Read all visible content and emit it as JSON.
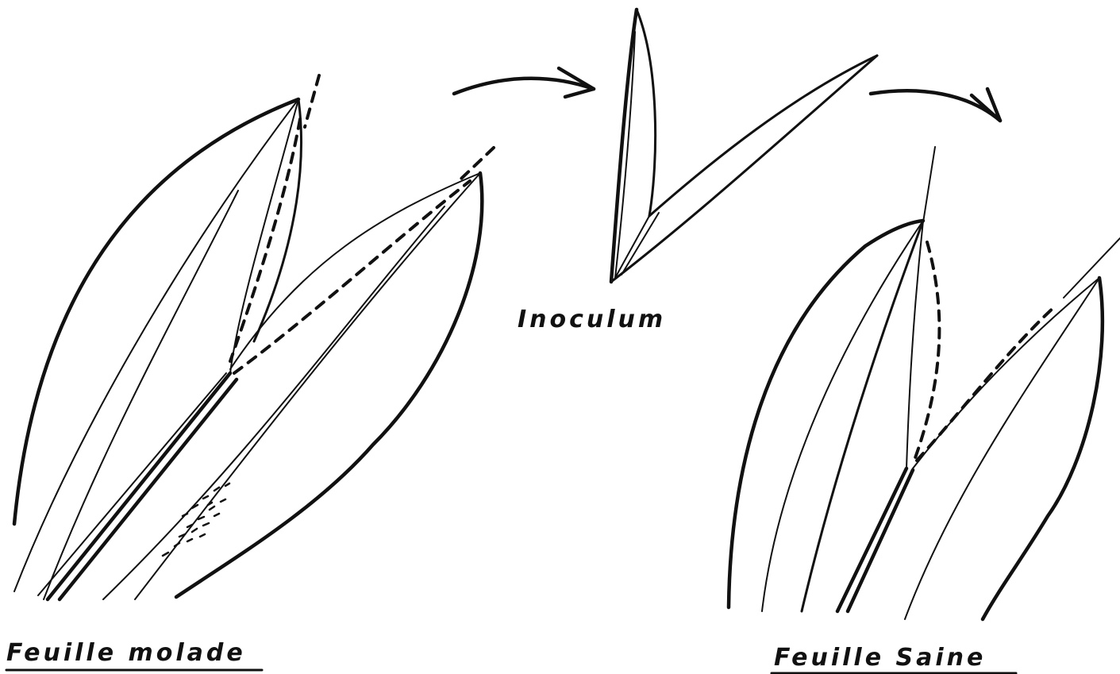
{
  "labels": {
    "diseased_leaf": "Feuille molade",
    "inoculum": "Inoculum",
    "healthy_leaf": "Feuille Saine"
  }
}
